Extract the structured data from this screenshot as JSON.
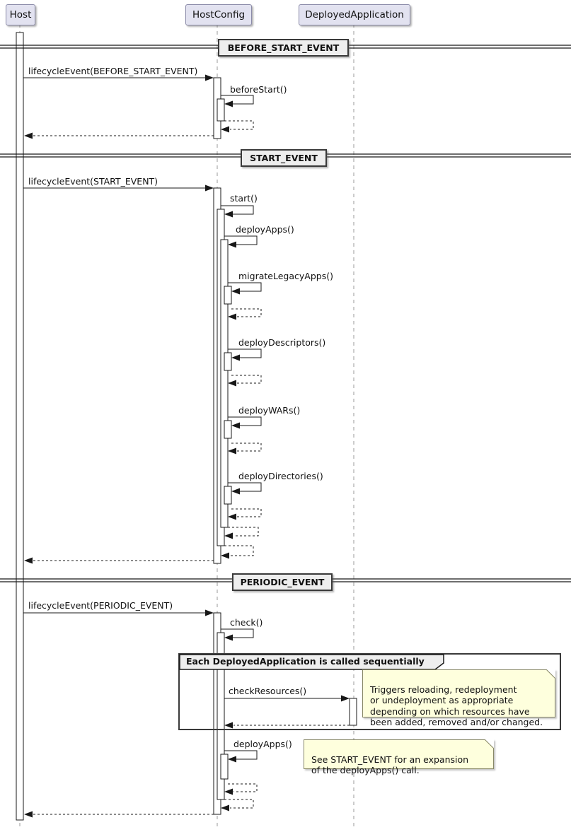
{
  "diagram_type": "uml-sequence-diagram",
  "participants": [
    {
      "label": "Host"
    },
    {
      "label": "HostConfig"
    },
    {
      "label": "DeployedApplication"
    }
  ],
  "dividers": [
    {
      "label": "BEFORE_START_EVENT"
    },
    {
      "label": "START_EVENT"
    },
    {
      "label": "PERIODIC_EVENT"
    }
  ],
  "messages": [
    {
      "label": "lifecycleEvent(BEFORE_START_EVENT)",
      "from": "Host",
      "to": "HostConfig",
      "kind": "call"
    },
    {
      "label": "beforeStart()",
      "from": "HostConfig",
      "to": "HostConfig",
      "kind": "self-call"
    },
    {
      "label": "lifecycleEvent(START_EVENT)",
      "from": "Host",
      "to": "HostConfig",
      "kind": "call"
    },
    {
      "label": "start()",
      "from": "HostConfig",
      "to": "HostConfig",
      "kind": "self-call"
    },
    {
      "label": "deployApps()",
      "from": "HostConfig",
      "to": "HostConfig",
      "kind": "self-call"
    },
    {
      "label": "migrateLegacyApps()",
      "from": "HostConfig",
      "to": "HostConfig",
      "kind": "self-call"
    },
    {
      "label": "deployDescriptors()",
      "from": "HostConfig",
      "to": "HostConfig",
      "kind": "self-call"
    },
    {
      "label": "deployWARs()",
      "from": "HostConfig",
      "to": "HostConfig",
      "kind": "self-call"
    },
    {
      "label": "deployDirectories()",
      "from": "HostConfig",
      "to": "HostConfig",
      "kind": "self-call"
    },
    {
      "label": "lifecycleEvent(PERIODIC_EVENT)",
      "from": "Host",
      "to": "HostConfig",
      "kind": "call"
    },
    {
      "label": "check()",
      "from": "HostConfig",
      "to": "HostConfig",
      "kind": "self-call"
    },
    {
      "label": "checkResources()",
      "from": "HostConfig",
      "to": "DeployedApplication",
      "kind": "call"
    },
    {
      "label": "deployApps()",
      "from": "HostConfig",
      "to": "HostConfig",
      "kind": "self-call"
    }
  ],
  "group": {
    "label": "Each DeployedApplication is called sequentially"
  },
  "notes": [
    {
      "text": "Triggers reloading, redeployment\nor undeployment as appropriate\ndepending on which resources have\nbeen added, removed and/or changed."
    },
    {
      "text": "See START_EVENT for an expansion\nof the deployApps() call."
    }
  ],
  "colors": {
    "participant_fill": "#e2e2f0",
    "divider_fill": "#eeeeee",
    "note_fill": "#feffdd",
    "line": "#181818"
  }
}
